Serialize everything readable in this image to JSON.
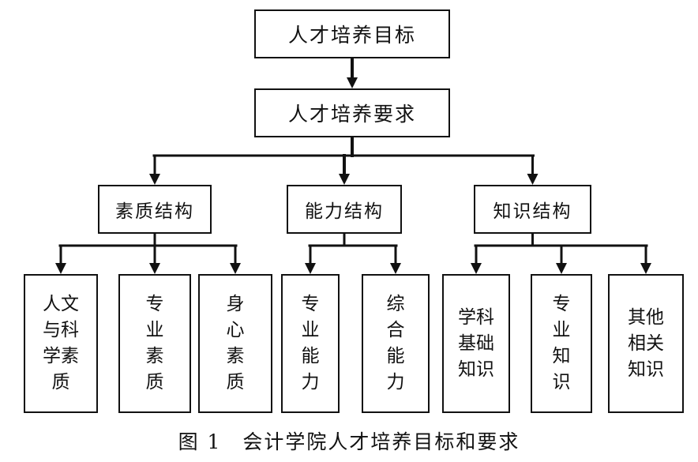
{
  "diagram": {
    "root": "人才培养目标",
    "requirements": "人才培养要求",
    "categories": [
      {
        "label": "素质结构",
        "items": [
          "人文\n与科\n学素\n质",
          "专\n业\n素\n质",
          "身\n心\n素\n质"
        ]
      },
      {
        "label": "能力结构",
        "items": [
          "专\n业\n能\n力",
          "综\n合\n能\n力"
        ]
      },
      {
        "label": "知识结构",
        "items": [
          "学科\n基础\n知识",
          "专\n业\n知\n识",
          "其他\n相关\n知识"
        ]
      }
    ]
  },
  "caption": "图 1　会计学院人才培养目标和要求",
  "colors": {
    "line": "#111111",
    "background": "#ffffff"
  }
}
